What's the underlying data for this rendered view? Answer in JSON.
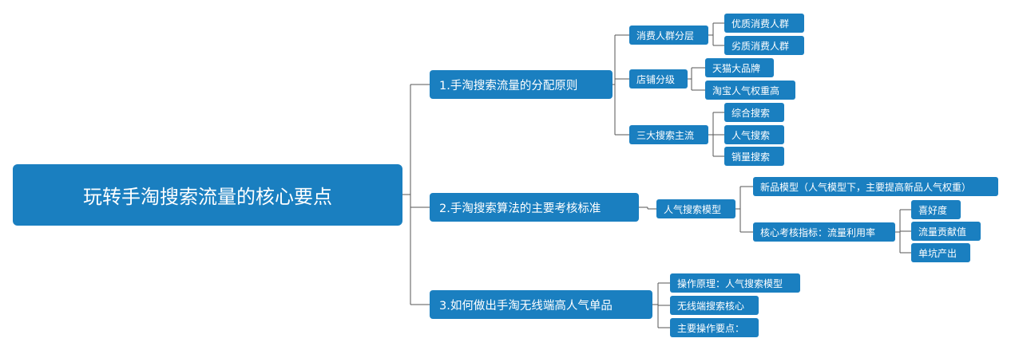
{
  "mindmap": {
    "root": "玩转手淘搜索流量的核心要点",
    "branch1": {
      "label": "1.手淘搜索流量的分配原则",
      "sub1": {
        "label": "消费人群分层",
        "items": [
          "优质消费人群",
          "劣质消费人群"
        ]
      },
      "sub2": {
        "label": "店铺分级",
        "items": [
          "天猫大品牌",
          "淘宝人气权重高"
        ]
      },
      "sub3": {
        "label": "三大搜索主流",
        "items": [
          "综合搜索",
          "人气搜索",
          "销量搜索"
        ]
      }
    },
    "branch2": {
      "label": "2.手淘搜索算法的主要考核标准",
      "sub1": {
        "label": "人气搜索模型",
        "children": [
          {
            "label": "新品模型（人气模型下，主要提高新品人气权重）"
          },
          {
            "label": "核心考核指标：流量利用率",
            "items": [
              "喜好度",
              "流量贡献值",
              "单坑产出"
            ]
          }
        ]
      }
    },
    "branch3": {
      "label": "3.如何做出手淘无线端高人气单品",
      "items": [
        "操作原理：人气搜索模型",
        "无线端搜索核心",
        "主要操作要点："
      ]
    }
  },
  "colors": {
    "node_fill": "#1a7fc0",
    "node_text": "#ffffff",
    "line": "#555555",
    "background": "#ffffff"
  }
}
